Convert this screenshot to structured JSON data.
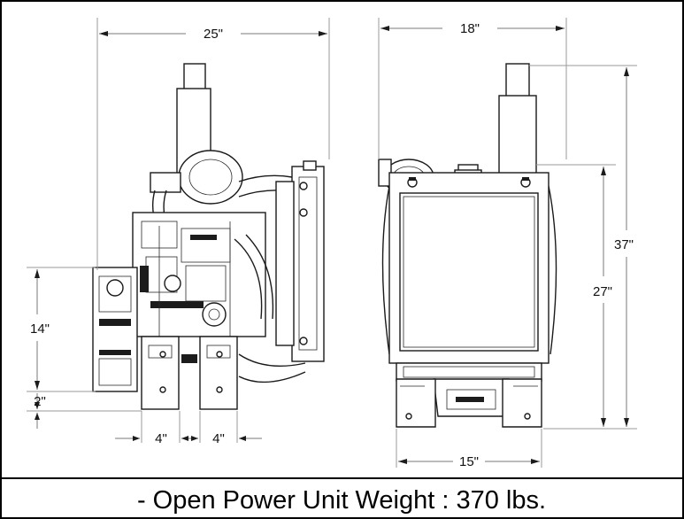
{
  "dimensions": {
    "width_side": "25\"",
    "width_front": "18\"",
    "height_total": "37\"",
    "height_radiator": "27\"",
    "height_flywheel": "14\"",
    "height_base": "2\"",
    "foot_left": "4\"",
    "foot_right": "4\"",
    "base_width": "15\""
  },
  "caption": "-  Open Power Unit Weight : 370 lbs."
}
